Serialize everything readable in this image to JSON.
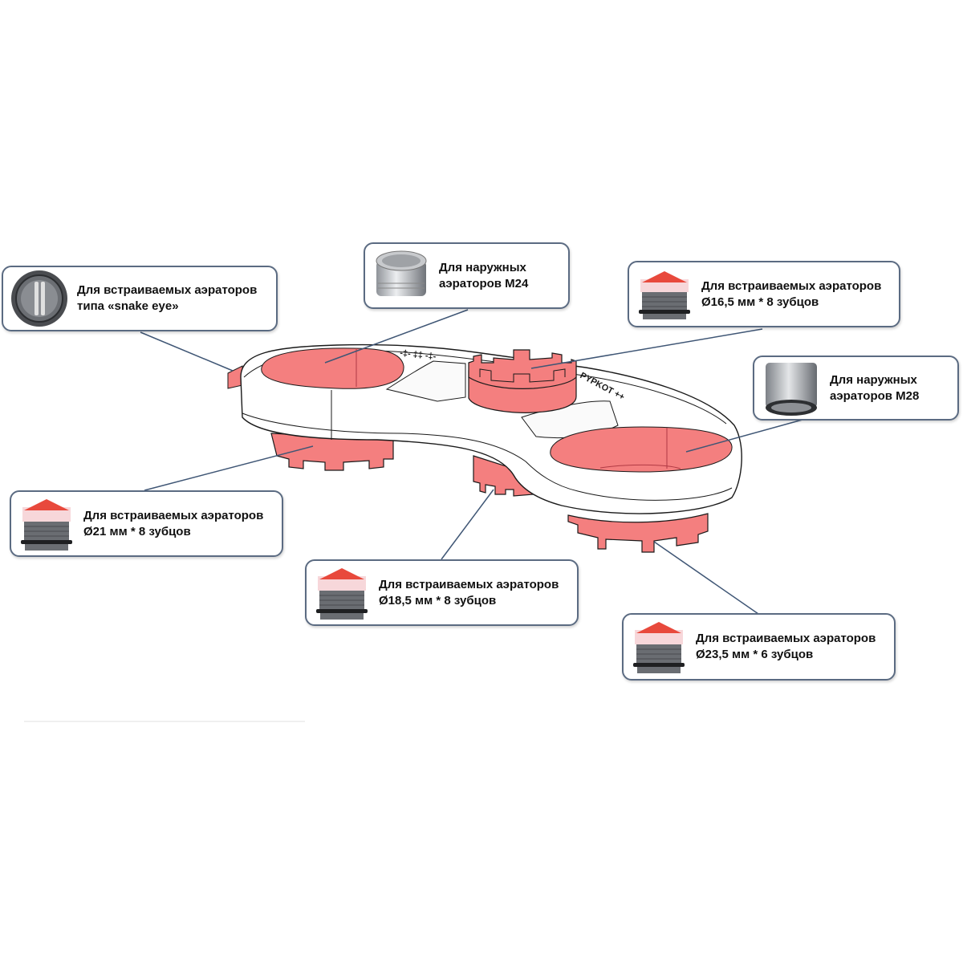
{
  "diagram": {
    "subject": "Ключ для аэраторов (aerator key) with colored working surfaces",
    "colors": {
      "accent_red": "#f47f7f",
      "accent_red_dark": "#c0404a",
      "outline": "#1a1a1a",
      "callout_border": "#5b6b82",
      "leader_line": "#3f5675",
      "thumb_red": "#e8493c",
      "thumb_pink": "#f7d7da",
      "thumb_gray": "#6a6d72"
    },
    "engraving_text": "PYPKOT ++",
    "callouts": [
      {
        "id": "snake-eye",
        "icon": "snake-eye-aerator-icon",
        "line1": "Для встраиваемых аэраторов",
        "line2": "типа «snake eye»"
      },
      {
        "id": "m24",
        "icon": "external-aerator-m24-icon",
        "line1": "Для наружных",
        "line2": "аэраторов  М24"
      },
      {
        "id": "d16-5",
        "icon": "insert-aerator-icon",
        "line1": "Для встраиваемых аэраторов",
        "line2": "Ø16,5 мм * 8 зубцов"
      },
      {
        "id": "m28",
        "icon": "external-aerator-m28-icon",
        "line1": "Для наружных",
        "line2": "аэраторов  М28"
      },
      {
        "id": "d21",
        "icon": "insert-aerator-icon",
        "line1": "Для встраиваемых аэраторов",
        "line2": "Ø21 мм * 8 зубцов"
      },
      {
        "id": "d18-5",
        "icon": "insert-aerator-icon",
        "line1": "Для встраиваемых  аэраторов",
        "line2": "Ø18,5 мм * 8 зубцов"
      },
      {
        "id": "d23-5",
        "icon": "insert-aerator-icon",
        "line1": "Для встраиваемых  аэраторов",
        "line2": "Ø23,5 мм * 6 зубцов"
      }
    ]
  }
}
